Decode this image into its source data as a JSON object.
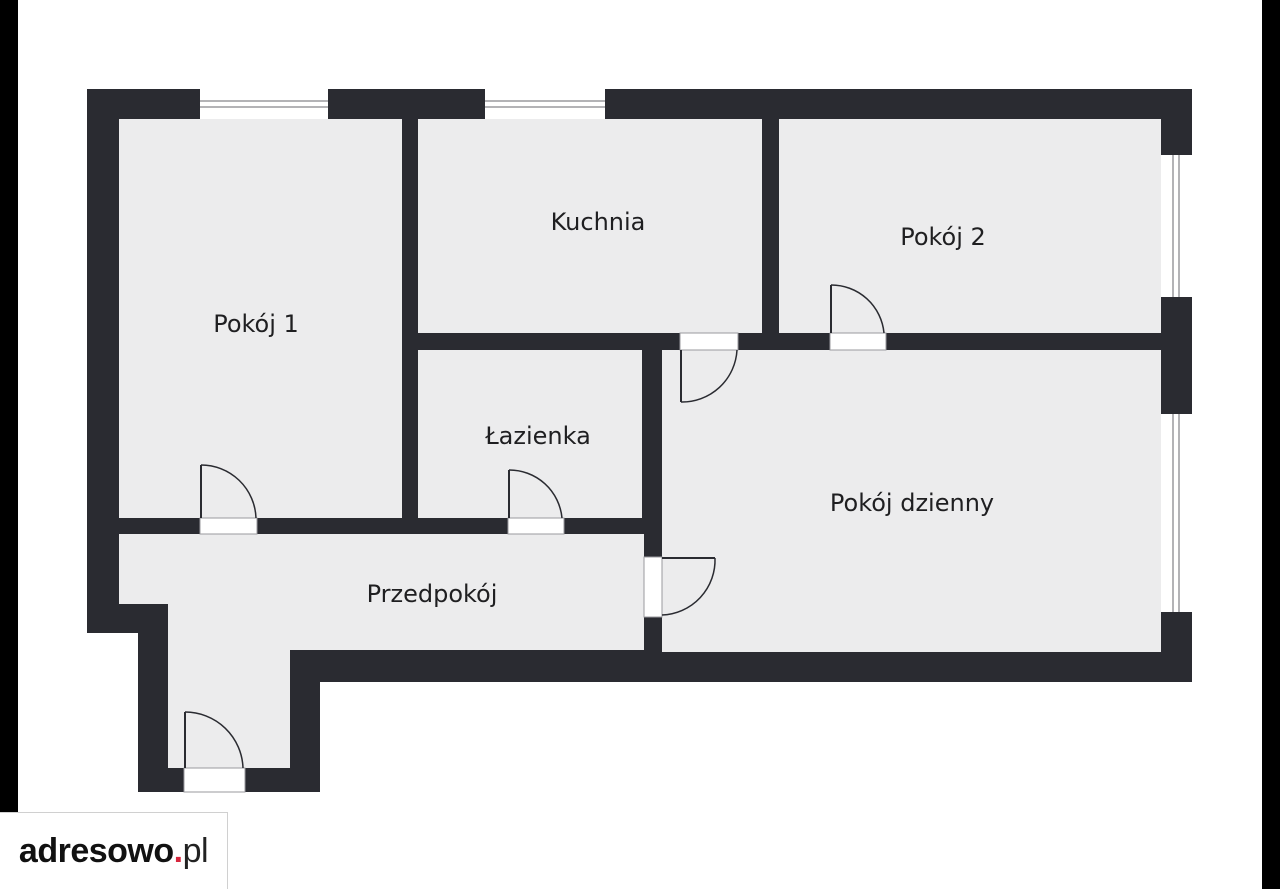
{
  "rooms": {
    "pokoj1": "Pokój 1",
    "kuchnia": "Kuchnia",
    "pokoj2": "Pokój 2",
    "lazienka": "Łazienka",
    "pokoj_dzienny": "Pokój dzienny",
    "przedpokoj": "Przedpokój"
  },
  "watermark": {
    "brand": "adresowo",
    "dot": ".",
    "tld": "pl"
  },
  "colors": {
    "wall": "#2a2b31",
    "floor": "#ececed",
    "background": "#ffffff",
    "accent": "#d7263d"
  }
}
